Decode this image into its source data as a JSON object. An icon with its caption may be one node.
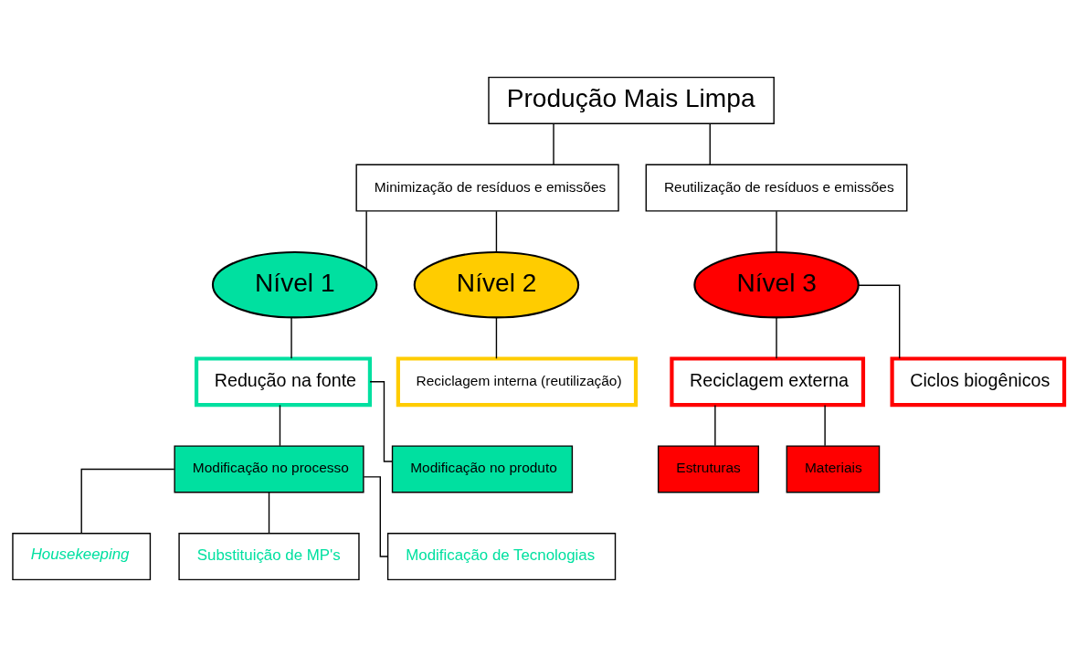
{
  "diagram": {
    "nodes": [
      {
        "text": [
          "Produção Mais Limpa"
        ]
      },
      {
        "text": [
          "Minimização de resíduos e emissões"
        ]
      },
      {
        "text": [
          "Reutilização de resíduos e emissões"
        ]
      },
      {
        "text": [
          "Nível 1"
        ]
      },
      {
        "text": [
          "Nível 2"
        ]
      },
      {
        "text": [
          "Nível 3"
        ]
      },
      {
        "text": [
          "Redução na fonte"
        ]
      },
      {
        "text": [
          "Reciclagem interna (reutilização)"
        ]
      },
      {
        "text": [
          "Reciclagem externa"
        ]
      },
      {
        "text": [
          "Ciclos biogênicos"
        ]
      },
      {
        "text": [
          "Modificação no processo"
        ]
      },
      {
        "text": [
          "Modificação no produto"
        ]
      },
      {
        "text": [
          "Estruturas"
        ]
      },
      {
        "text": [
          "Materiais"
        ]
      },
      {
        "text": [
          "Housekeeping"
        ]
      },
      {
        "text": [
          "Substituição de MP's"
        ]
      },
      {
        "text": [
          "Modificação de Tecnologias"
        ]
      }
    ],
    "edges": [
      {
        "from": 0,
        "to": 1,
        "arrow": "none"
      },
      {
        "from": 0,
        "to": 2,
        "arrow": "none"
      },
      {
        "from": 1,
        "to": 3,
        "arrow": "none"
      },
      {
        "from": 1,
        "to": 4,
        "arrow": "none"
      },
      {
        "from": 2,
        "to": 5,
        "arrow": "none"
      },
      {
        "from": 3,
        "to": 6,
        "arrow": "none"
      },
      {
        "from": 4,
        "to": 7,
        "arrow": "none"
      },
      {
        "from": 5,
        "to": 8,
        "arrow": "none"
      },
      {
        "from": 5,
        "to": 9,
        "arrow": "none"
      },
      {
        "from": 6,
        "to": 10,
        "arrow": "none"
      },
      {
        "from": 6,
        "to": 11,
        "arrow": "none"
      },
      {
        "from": 8,
        "to": 12,
        "arrow": "none"
      },
      {
        "from": 8,
        "to": 13,
        "arrow": "none"
      },
      {
        "from": 10,
        "to": 14,
        "arrow": "none"
      },
      {
        "from": 10,
        "to": 15,
        "arrow": "none"
      },
      {
        "from": 10,
        "to": 16,
        "arrow": "none"
      }
    ]
  }
}
